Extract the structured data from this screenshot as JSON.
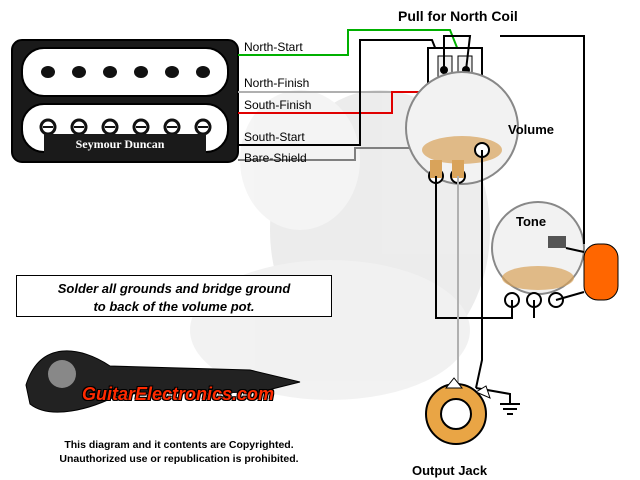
{
  "title": "Pull for North Coil",
  "pickup": {
    "brand_label": "Seymour Duncan",
    "wires": [
      {
        "label": "North-Start",
        "color": "#00b000"
      },
      {
        "label": "North-Finish",
        "color": "#b0b0b0"
      },
      {
        "label": "South-Finish",
        "color": "#e00000"
      },
      {
        "label": "South-Start",
        "color": "#000000"
      },
      {
        "label": "Bare-Shield",
        "color": "#808080"
      }
    ]
  },
  "components": {
    "volume": "Volume",
    "tone": "Tone",
    "output_jack": "Output Jack"
  },
  "note": {
    "line1": "Solder all grounds and bridge ground",
    "line2": "to back of the volume pot."
  },
  "brand": "GuitarElectronics.com",
  "copyright": {
    "line1": "This diagram and it contents are Copyrighted.",
    "line2": "Unauthorized use or republication is prohibited."
  },
  "colors": {
    "pot_body": "#f2f2f2",
    "pot_outline": "#888888",
    "lug": "#d9a35a",
    "capacitor": "#ff6600",
    "brand_text": "#ff2a00"
  }
}
